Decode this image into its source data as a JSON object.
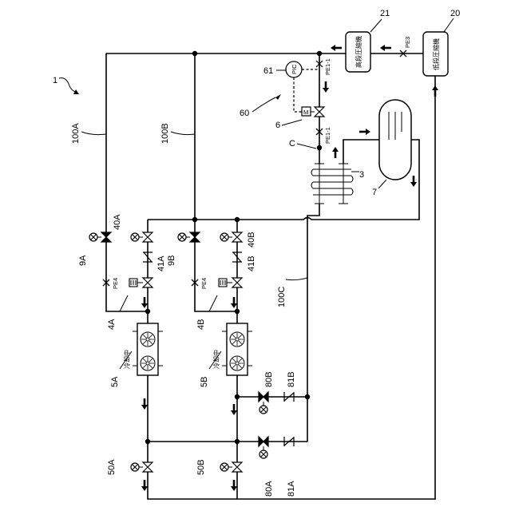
{
  "figure": {
    "system_ref": "1",
    "lines": {
      "a": "100A",
      "b": "100B",
      "c": "100C"
    },
    "compressors": {
      "high_ref": "21",
      "high_label": "高段圧縮機",
      "low_ref": "20",
      "low_label": "低段圧縮機"
    },
    "sensors": {
      "pe3": "PE3",
      "pe1_1a": "PE1-1",
      "pe1_1b": "PE1-1",
      "pe4a": "PE4",
      "pe4b": "PE4"
    },
    "control": {
      "pic_ref": "61",
      "pic_label": "PIC",
      "motor_label": "M",
      "group_ref": "60",
      "valve_ref": "6",
      "junction_c": "C"
    },
    "heat_exchanger_ref": "3",
    "receiver_ref": "7",
    "units": {
      "a": {
        "pipe_ref": "4A",
        "cooler_ref": "5A",
        "status": "冷却中"
      },
      "b": {
        "pipe_ref": "4B",
        "cooler_ref": "5B",
        "status": "冷却中"
      }
    },
    "valves": {
      "v9a": "9A",
      "v9b": "9B",
      "v40a": "40A",
      "v40b": "40B",
      "v41a": "41A",
      "v41b": "41B",
      "v50a": "50A",
      "v50b": "50B",
      "v80a": "80A",
      "v80b": "80B",
      "v81a": "81A",
      "v81b": "81B"
    }
  }
}
